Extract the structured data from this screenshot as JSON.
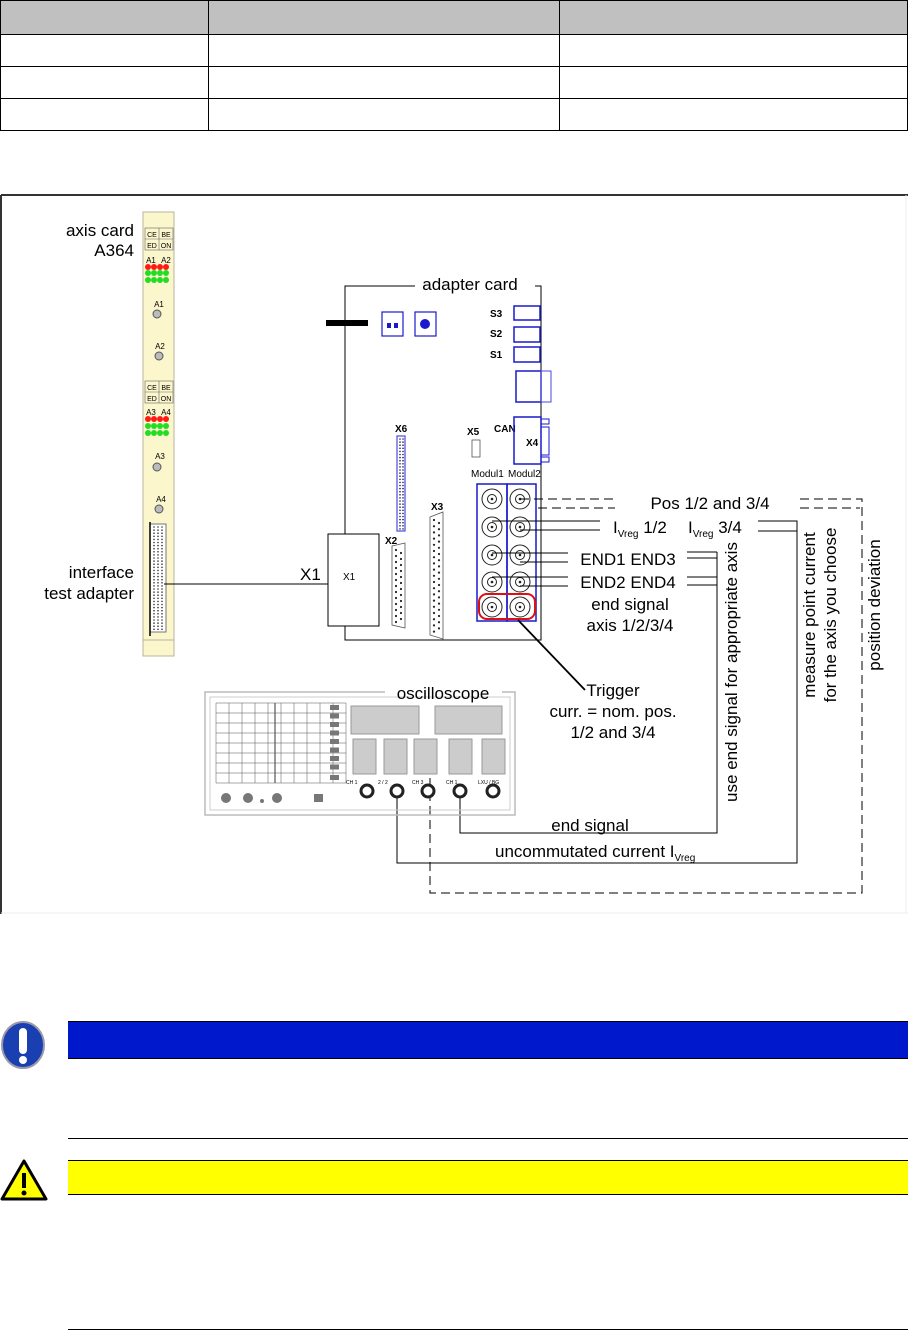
{
  "table": {
    "rows": [
      {
        "type": "header",
        "cells": [
          "",
          "",
          ""
        ]
      },
      {
        "type": "row",
        "cells": [
          "",
          "",
          ""
        ]
      },
      {
        "type": "row",
        "cells": [
          "",
          "",
          ""
        ]
      },
      {
        "type": "row",
        "cells": [
          "",
          "",
          ""
        ]
      }
    ]
  },
  "diagram": {
    "axis_card": {
      "title_line1": "axis card",
      "title_line2": "A364",
      "led_header_left": "CE",
      "led_header_right": "BE",
      "led_sub_left": "ED",
      "led_sub_right": "ON",
      "group1": [
        "A1",
        "A2"
      ],
      "group2": [
        "A3",
        "A4"
      ],
      "sockets": [
        "A1",
        "A2",
        "A3",
        "A4"
      ],
      "interface_label_line1": "interface",
      "interface_label_line2": "test adapter"
    },
    "adapter_card": {
      "title": "adapter card",
      "switches": [
        "S3",
        "S2",
        "S1"
      ],
      "can_label": "CAN",
      "connectors": {
        "x1_cable": "X1",
        "x1_small": "X1",
        "x2": "X2",
        "x3": "X3",
        "x4": "X4",
        "x5": "X5",
        "x6": "X6"
      },
      "modules": [
        "Modul1",
        "Modul2"
      ]
    },
    "signals": {
      "pos": "Pos 1/2 and 3/4",
      "ivreg_a_main": "I",
      "ivreg_a_sub": "Vreg",
      "ivreg_a_suffix": " 1/2",
      "ivreg_b_main": "I",
      "ivreg_b_sub": "Vreg",
      "ivreg_b_suffix": " 3/4",
      "end13": "END1 END3",
      "end24": "END2 END4",
      "end_signal_line1": "end signal",
      "end_signal_line2": "axis 1/2/3/4",
      "trigger_line1": "Trigger",
      "trigger_line2": "curr. = nom. pos.",
      "trigger_line3": "1/2 and 3/4",
      "vertical_use_end": "use end signal for appropriate axis",
      "vertical_measure_line1": "measure point current",
      "vertical_measure_line2": "for the axis you choose",
      "vertical_position": "position deviation",
      "end_signal_bottom": "end signal",
      "uncommutated_main": "uncommutated current I",
      "uncommutated_sub": "Vreg"
    },
    "oscilloscope": {
      "title": "oscilloscope",
      "channel_labels": [
        "CH 1",
        "2 / 2",
        "CH 3",
        "CH 1",
        "LXU / BG"
      ]
    },
    "colors": {
      "card_fill": "#fbf6cc",
      "connector_blue": "#1a1acc",
      "trigger_red": "#dd1111",
      "led_red": "#ff1a1a",
      "led_green": "#22dd22"
    }
  },
  "notice": {
    "icon": "exclamation-icon",
    "bar_color": "#0018cc",
    "text": ""
  },
  "warning": {
    "icon": "warning-triangle-icon",
    "bar_color": "#ffff00",
    "text": ""
  }
}
